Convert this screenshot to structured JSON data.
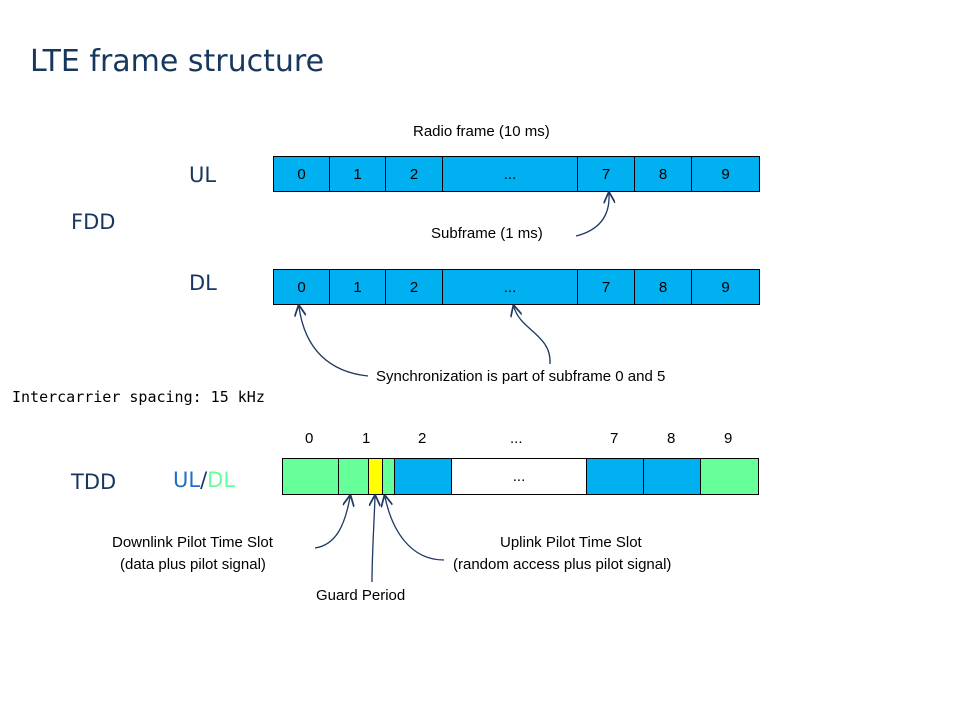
{
  "title": "LTE frame structure",
  "fdd": {
    "label": "FDD",
    "ul": {
      "label": "UL",
      "cells": [
        "0",
        "1",
        "2",
        "...",
        "7",
        "8",
        "9"
      ]
    },
    "dl": {
      "label": "DL",
      "cells": [
        "0",
        "1",
        "2",
        "...",
        "7",
        "8",
        "9"
      ]
    },
    "radio_frame_label": "Radio frame (10 ms)",
    "subframe_label": "Subframe (1 ms)",
    "sync_label": "Synchronization is part of subframe 0 and 5"
  },
  "intercarrier_spacing": "Intercarrier spacing: 15 kHz",
  "tdd": {
    "label": "TDD",
    "ul_label": "UL",
    "slash": "/",
    "dl_label": "DL",
    "indices": [
      "0",
      "1",
      "2",
      "...",
      "7",
      "8",
      "9"
    ],
    "ellipsis": "...",
    "dwpts_line1": "Downlink Pilot Time Slot",
    "dwpts_line2": "(data plus pilot signal)",
    "guard_label": "Guard Period",
    "uppts_line1": "Uplink Pilot Time Slot",
    "uppts_line2": "(random access plus pilot signal)"
  },
  "colors": {
    "downlink": "#00b0f0",
    "uplink": "#66ff99",
    "guard": "#ffff00",
    "heading": "#17375e",
    "ul_text": "#1f6fc4",
    "dl_text": "#66ff99"
  }
}
